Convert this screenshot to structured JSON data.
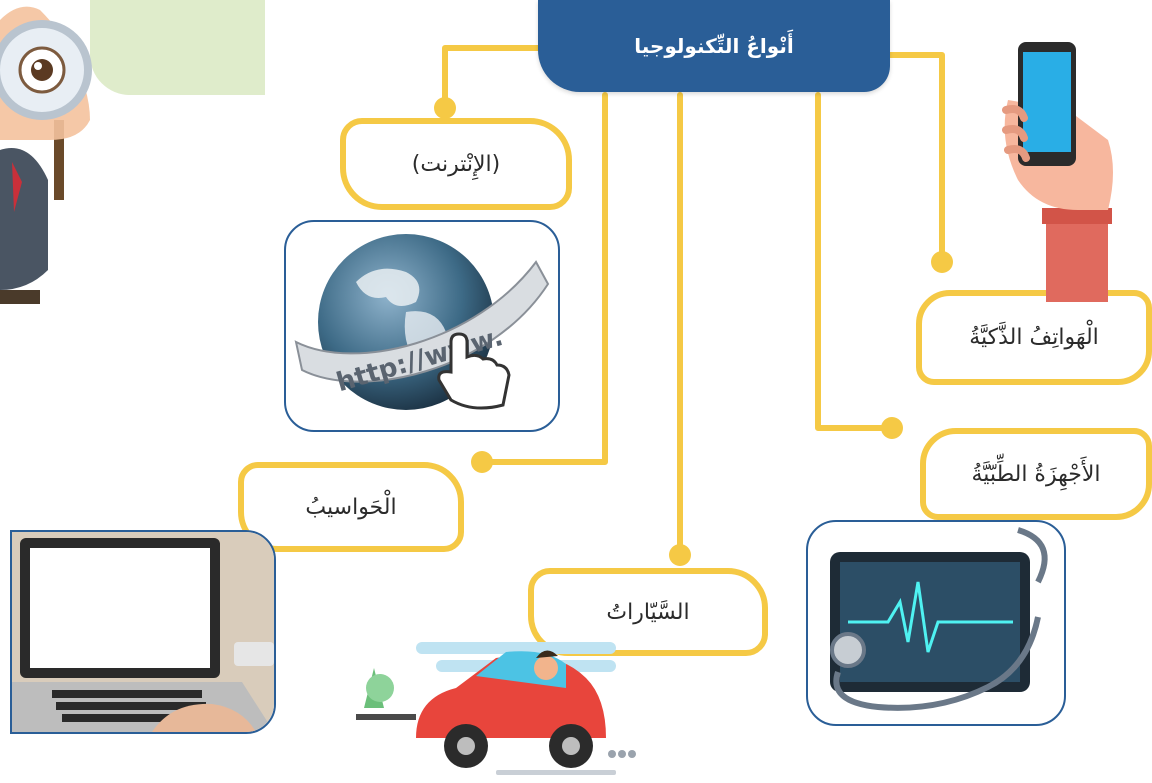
{
  "title": "أَنْواعُ التِّكنولوجيا",
  "labels": {
    "internet": "(الإِنْترنت)",
    "smartphones": "الْهَواتِفُ الذَّكيَّةُ",
    "medical": "الأَجْهِزَةُ الطِّبّيَّةُ",
    "computers": "الْحَواسيبُ",
    "cars": "السَّيّاراتُ"
  },
  "images": {
    "globe_text": "http://www."
  },
  "colors": {
    "title_bg": "#2a5e97",
    "connector": "#f5c945",
    "frame": "#2a5e97",
    "corner": "#dfeccb"
  }
}
